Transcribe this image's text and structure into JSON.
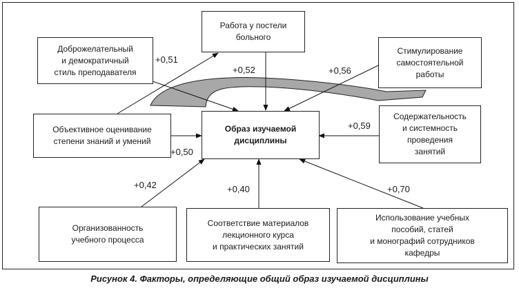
{
  "center": {
    "label": "Образ изучаемой\nдисциплины"
  },
  "factors": {
    "bedside": "Работа у постели\nбольного",
    "teacher_style": "Доброжелательный\nи демократичный\nстиль преподавателя",
    "independent_work": "Стимулирование\nсамостоятельной\nработы",
    "assessment": "Объективное оценивание\nстепени знаний и умений",
    "content": "Содержательность\nи системность\nпроведения\nзанятий",
    "organization": "Организованность\nучебного процесса",
    "materials": "Соответствие материалов\nлекционного курса\nи практических занятий",
    "textbooks": "Использование учебных\nпособий, статей\nи монографий сотрудников\nкафедры"
  },
  "coefficients": {
    "bedside": "+0,52",
    "teacher_style": "+0,51",
    "independent_work": "+0,56",
    "assessment": "+0,50",
    "content": "+0,59",
    "organization": "+0,42",
    "materials": "+0,40",
    "textbooks": "+0,70"
  },
  "caption": "Рисунок 4. Факторы, определяющие общий образ изучаемой дисциплины"
}
